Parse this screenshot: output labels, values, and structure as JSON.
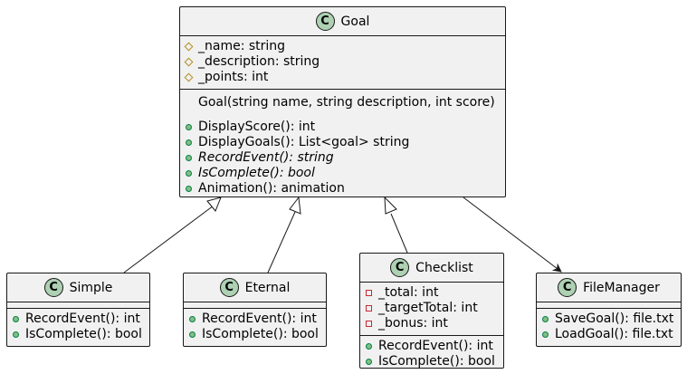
{
  "classes": {
    "goal": {
      "icon": "C",
      "name": "Goal",
      "fields": [
        {
          "vis": "protected",
          "text": "_name: string"
        },
        {
          "vis": "protected",
          "text": "_description: string"
        },
        {
          "vis": "protected",
          "text": "_points: int"
        }
      ],
      "constructor": "Goal(string name, string description, int score)",
      "methods": [
        {
          "vis": "public",
          "text": "DisplayScore(): int",
          "italic": false
        },
        {
          "vis": "public",
          "text": "DisplayGoals(): List<goal> string",
          "italic": false
        },
        {
          "vis": "public",
          "text": "RecordEvent(): string",
          "italic": true
        },
        {
          "vis": "public",
          "text": "IsComplete(): bool",
          "italic": true
        },
        {
          "vis": "public",
          "text": "Animation(): animation",
          "italic": false
        }
      ]
    },
    "simple": {
      "icon": "C",
      "name": "Simple",
      "methods": [
        {
          "vis": "public",
          "text": "RecordEvent(): int"
        },
        {
          "vis": "public",
          "text": "IsComplete(): bool"
        }
      ]
    },
    "eternal": {
      "icon": "C",
      "name": "Eternal",
      "methods": [
        {
          "vis": "public",
          "text": "RecordEvent(): int"
        },
        {
          "vis": "public",
          "text": "IsComplete(): bool"
        }
      ]
    },
    "checklist": {
      "icon": "C",
      "name": "Checklist",
      "fields": [
        {
          "vis": "private",
          "text": "_total: int"
        },
        {
          "vis": "private",
          "text": "_targetTotal: int"
        },
        {
          "vis": "private",
          "text": "_bonus: int"
        }
      ],
      "methods": [
        {
          "vis": "public",
          "text": "RecordEvent(): int"
        },
        {
          "vis": "public",
          "text": "IsComplete(): bool"
        }
      ]
    },
    "filemanager": {
      "icon": "C",
      "name": "FileManager",
      "methods": [
        {
          "vis": "public",
          "text": "SaveGoal(): file.txt"
        },
        {
          "vis": "public",
          "text": "LoadGoal(): file.txt"
        }
      ]
    }
  },
  "relations": [
    {
      "from": "simple",
      "to": "goal",
      "kind": "inheritance"
    },
    {
      "from": "eternal",
      "to": "goal",
      "kind": "inheritance"
    },
    {
      "from": "checklist",
      "to": "goal",
      "kind": "inheritance"
    },
    {
      "from": "goal",
      "to": "filemanager",
      "kind": "association"
    }
  ],
  "colors": {
    "class_fill": "#f1f1f1",
    "border": "#181818",
    "class_icon": "#add1b2",
    "public": "#84be84",
    "protected": "#b38d22",
    "private": "#c82930"
  }
}
